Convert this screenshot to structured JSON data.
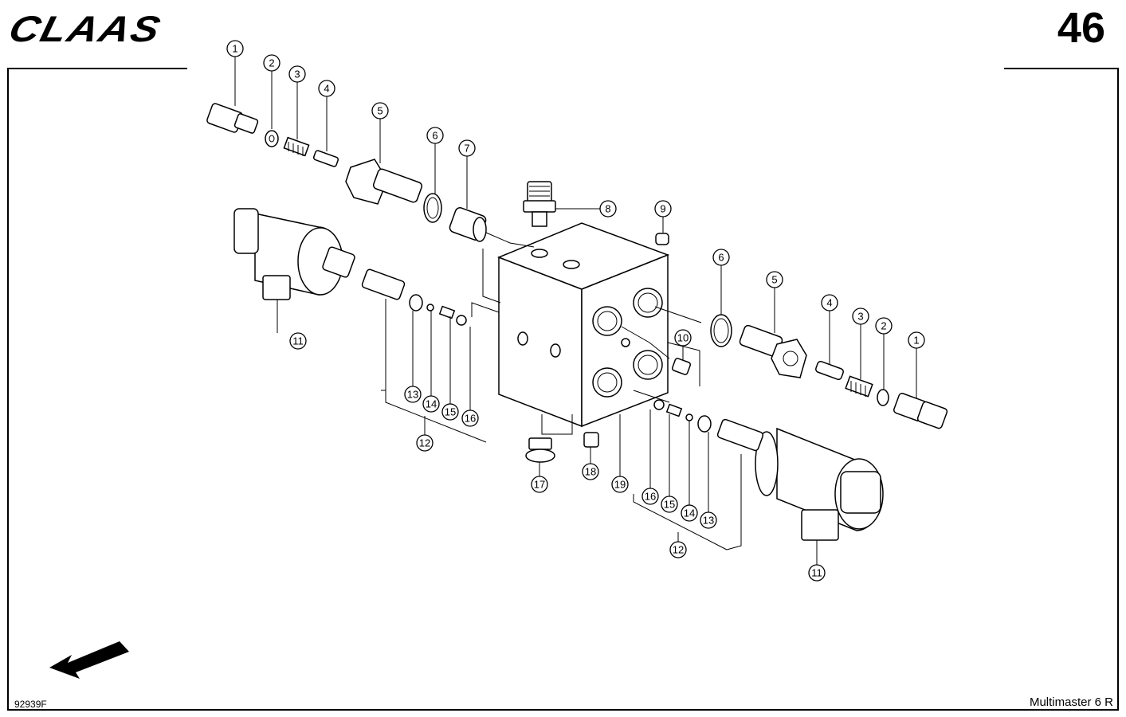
{
  "header": {
    "logo_text": "CLAAS",
    "page_number": "46"
  },
  "footer": {
    "drawing_id": "92939F",
    "model": "Multimaster 6 R"
  },
  "callouts": [
    {
      "label": "1"
    },
    {
      "label": "2"
    },
    {
      "label": "3"
    },
    {
      "label": "4"
    },
    {
      "label": "5"
    },
    {
      "label": "6"
    },
    {
      "label": "7"
    },
    {
      "label": "8"
    },
    {
      "label": "9"
    },
    {
      "label": "6"
    },
    {
      "label": "5"
    },
    {
      "label": "4"
    },
    {
      "label": "3"
    },
    {
      "label": "2"
    },
    {
      "label": "1"
    },
    {
      "label": "10"
    },
    {
      "label": "11"
    },
    {
      "label": "13"
    },
    {
      "label": "14"
    },
    {
      "label": "15"
    },
    {
      "label": "16"
    },
    {
      "label": "12"
    },
    {
      "label": "17"
    },
    {
      "label": "18"
    },
    {
      "label": "19"
    },
    {
      "label": "16"
    },
    {
      "label": "15"
    },
    {
      "label": "14"
    },
    {
      "label": "13"
    },
    {
      "label": "12"
    },
    {
      "label": "11"
    }
  ],
  "icons": {
    "direction_arrow": "arrow-down-left-icon"
  }
}
